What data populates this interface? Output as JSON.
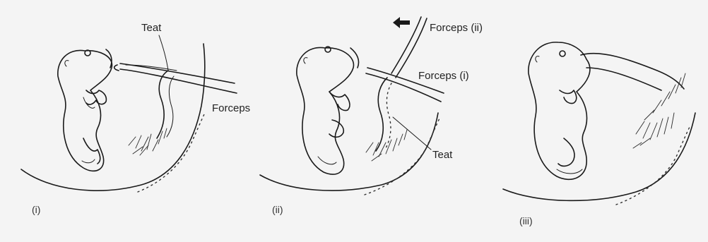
{
  "colors": {
    "ink": "#1a1a1a",
    "background": "#f4f4f4"
  },
  "panels": [
    {
      "caption": "(i)",
      "labels": {
        "teat": "Teat",
        "forceps": "Forceps"
      }
    },
    {
      "caption": "(ii)",
      "labels": {
        "forceps_ii": "Forceps (ii)",
        "forceps_i": "Forceps (i)",
        "teat": "Teat"
      },
      "arrow": "left-arrow-icon"
    },
    {
      "caption": "(iii)"
    }
  ]
}
